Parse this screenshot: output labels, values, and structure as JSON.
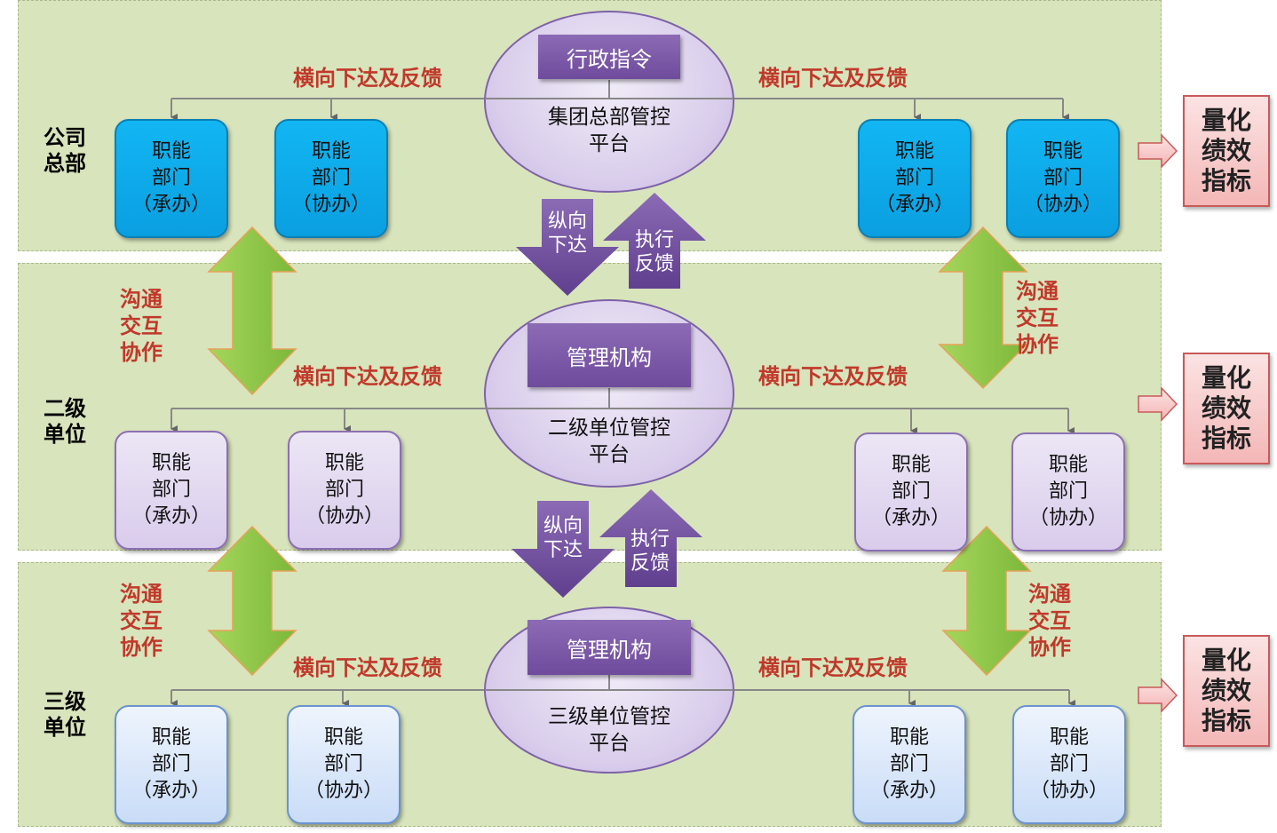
{
  "levels": [
    {
      "label_lines": [
        "公司",
        "总部"
      ],
      "platform_lines": [
        "集团总部管控",
        "平台"
      ],
      "top_box": "行政指令",
      "horizontal_left": "横向下达及反馈",
      "horizontal_right": "横向下达及反馈",
      "departments": [
        {
          "lines": [
            "职能",
            "部门",
            "（承办）"
          ]
        },
        {
          "lines": [
            "职能",
            "部门",
            "（协办）"
          ]
        },
        {
          "lines": [
            "职能",
            "部门",
            "（承办）"
          ]
        },
        {
          "lines": [
            "职能",
            "部门",
            "（协办）"
          ]
        }
      ],
      "kpi_lines": [
        "量化",
        "绩效",
        "指标"
      ]
    },
    {
      "label_lines": [
        "二级",
        "单位"
      ],
      "platform_lines": [
        "二级单位管控",
        "平台"
      ],
      "top_box": "管理机构",
      "horizontal_left": "横向下达及反馈",
      "horizontal_right": "横向下达及反馈",
      "departments": [
        {
          "lines": [
            "职能",
            "部门",
            "（承办）"
          ]
        },
        {
          "lines": [
            "职能",
            "部门",
            "（协办）"
          ]
        },
        {
          "lines": [
            "职能",
            "部门",
            "（承办）"
          ]
        },
        {
          "lines": [
            "职能",
            "部门",
            "（协办）"
          ]
        }
      ],
      "kpi_lines": [
        "量化",
        "绩效",
        "指标"
      ]
    },
    {
      "label_lines": [
        "三级",
        "单位"
      ],
      "platform_lines": [
        "三级单位管控",
        "平台"
      ],
      "top_box": "管理机构",
      "horizontal_left": "横向下达及反馈",
      "horizontal_right": "横向下达及反馈",
      "departments": [
        {
          "lines": [
            "职能",
            "部门",
            "（承办）"
          ]
        },
        {
          "lines": [
            "职能",
            "部门",
            "（协办）"
          ]
        },
        {
          "lines": [
            "职能",
            "部门",
            "（承办）"
          ]
        },
        {
          "lines": [
            "职能",
            "部门",
            "（协办）"
          ]
        }
      ],
      "kpi_lines": [
        "量化",
        "绩效",
        "指标"
      ]
    }
  ],
  "vertical_down": [
    "纵向",
    "下达"
  ],
  "vertical_up": [
    "执行",
    "反馈"
  ],
  "communication_lines": [
    "沟通",
    "交互",
    "协作"
  ],
  "colors": {
    "band": "#d8e4bc",
    "level1_dept": "#12b6f2",
    "level2_dept": "#d9ccec",
    "level3_dept": "#c9dcf7",
    "purple": "#6f4b9c",
    "accent_text": "#c0392b",
    "green_arrow": "#8dc63f",
    "kpi": "#f4b7b7"
  }
}
